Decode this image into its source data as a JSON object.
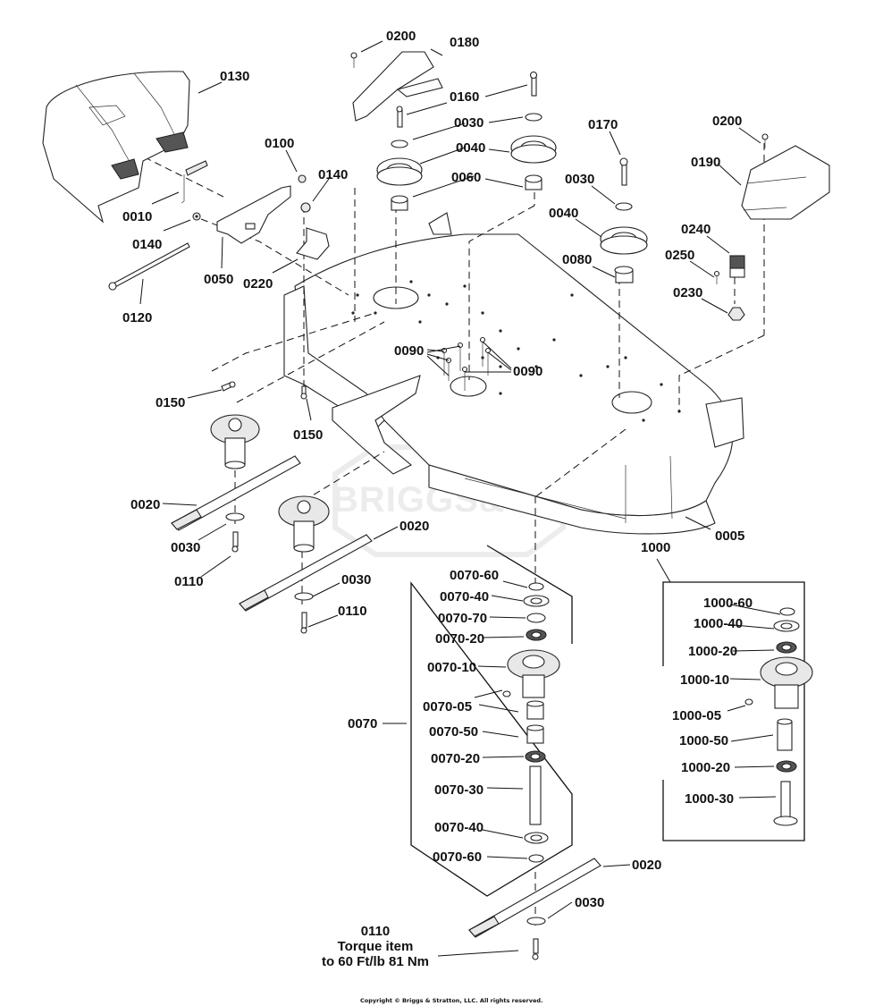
{
  "diagram": {
    "title": "Mower Deck Parts Diagram",
    "watermark": "BRIGGS&STRATTON",
    "copyright": "Copyright © Briggs & Stratton, LLC. All rights reserved.",
    "torque_note": {
      "part": "0110",
      "line1": "Torque item",
      "line2": "to 60 Ft/lb 81 Nm"
    },
    "labels": {
      "l0200a": "0200",
      "l0180": "0180",
      "l0130": "0130",
      "l0160": "0160",
      "l0030a": "0030",
      "l0040a": "0040",
      "l0060": "0060",
      "l0170": "0170",
      "l0030b": "0030",
      "l0040b": "0040",
      "l0080": "0080",
      "l0200b": "0200",
      "l0190": "0190",
      "l0240": "0240",
      "l0250": "0250",
      "l0230": "0230",
      "l0100": "0100",
      "l0140a": "0140",
      "l0010": "0010",
      "l0140b": "0140",
      "l0050": "0050",
      "l0220": "0220",
      "l0120": "0120",
      "l0090a": "0090",
      "l0090b": "0090",
      "l0150a": "0150",
      "l0150b": "0150",
      "l0020a": "0020",
      "l0030c": "0030",
      "l0110a": "0110",
      "l0020b": "0020",
      "l0030d": "0030",
      "l0110b": "0110",
      "l0005": "0005",
      "l0070": "0070",
      "l1000": "1000",
      "l0020c": "0020",
      "l0030e": "0030"
    },
    "spindle_0070": [
      "0070-60",
      "0070-40",
      "0070-70",
      "0070-20",
      "0070-10",
      "0070-05",
      "0070-50",
      "0070-20",
      "0070-30",
      "0070-40",
      "0070-60"
    ],
    "spindle_1000": [
      "1000-60",
      "1000-40",
      "1000-20",
      "1000-10",
      "1000-05",
      "1000-50",
      "1000-20",
      "1000-30"
    ]
  }
}
